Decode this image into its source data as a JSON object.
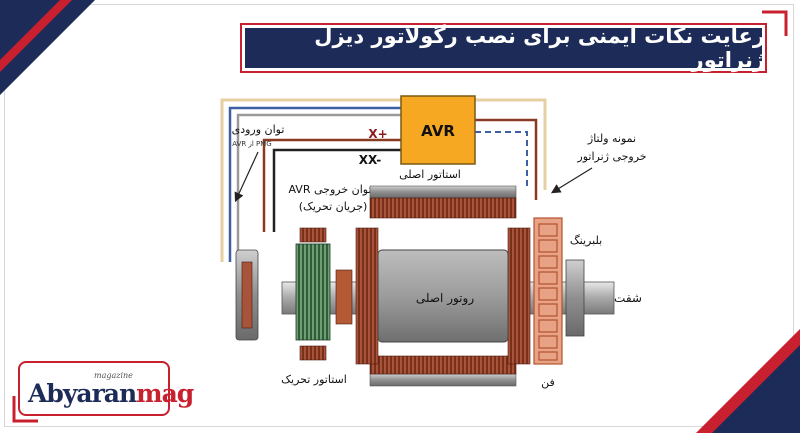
{
  "title": "رعایت نکات ایمنی برای نصب رگولاتور دیزل ژنراتور",
  "logo": {
    "brand": "Abyaran",
    "brand_suffix": "mag",
    "tagline": "magazine"
  },
  "diagram": {
    "avr_label": "AVR",
    "x_plus": "X+",
    "xx_minus": "XX-",
    "input_power": "توان ورودی",
    "input_power_note": "PMG از AVR",
    "main_stator": "استاتور اصلی",
    "avr_output_power": "توان خروجی AVR",
    "excitation_current": "(جریان تحریک)",
    "voltage_sample_line1": "نمونه ولتاژ",
    "voltage_sample_line2": "خروجی ژنراتور",
    "main_rotor": "روتور اصلی",
    "bearing": "بلبرینگ",
    "shaft": "شفت",
    "fan": "فن",
    "exciter_stator": "استاتور تحریک"
  },
  "colors": {
    "navy": "#1c2b57",
    "red": "#c8202e",
    "avr": "#f7a823",
    "copper": "#8b3a22",
    "steel": "#9a9a9a"
  }
}
